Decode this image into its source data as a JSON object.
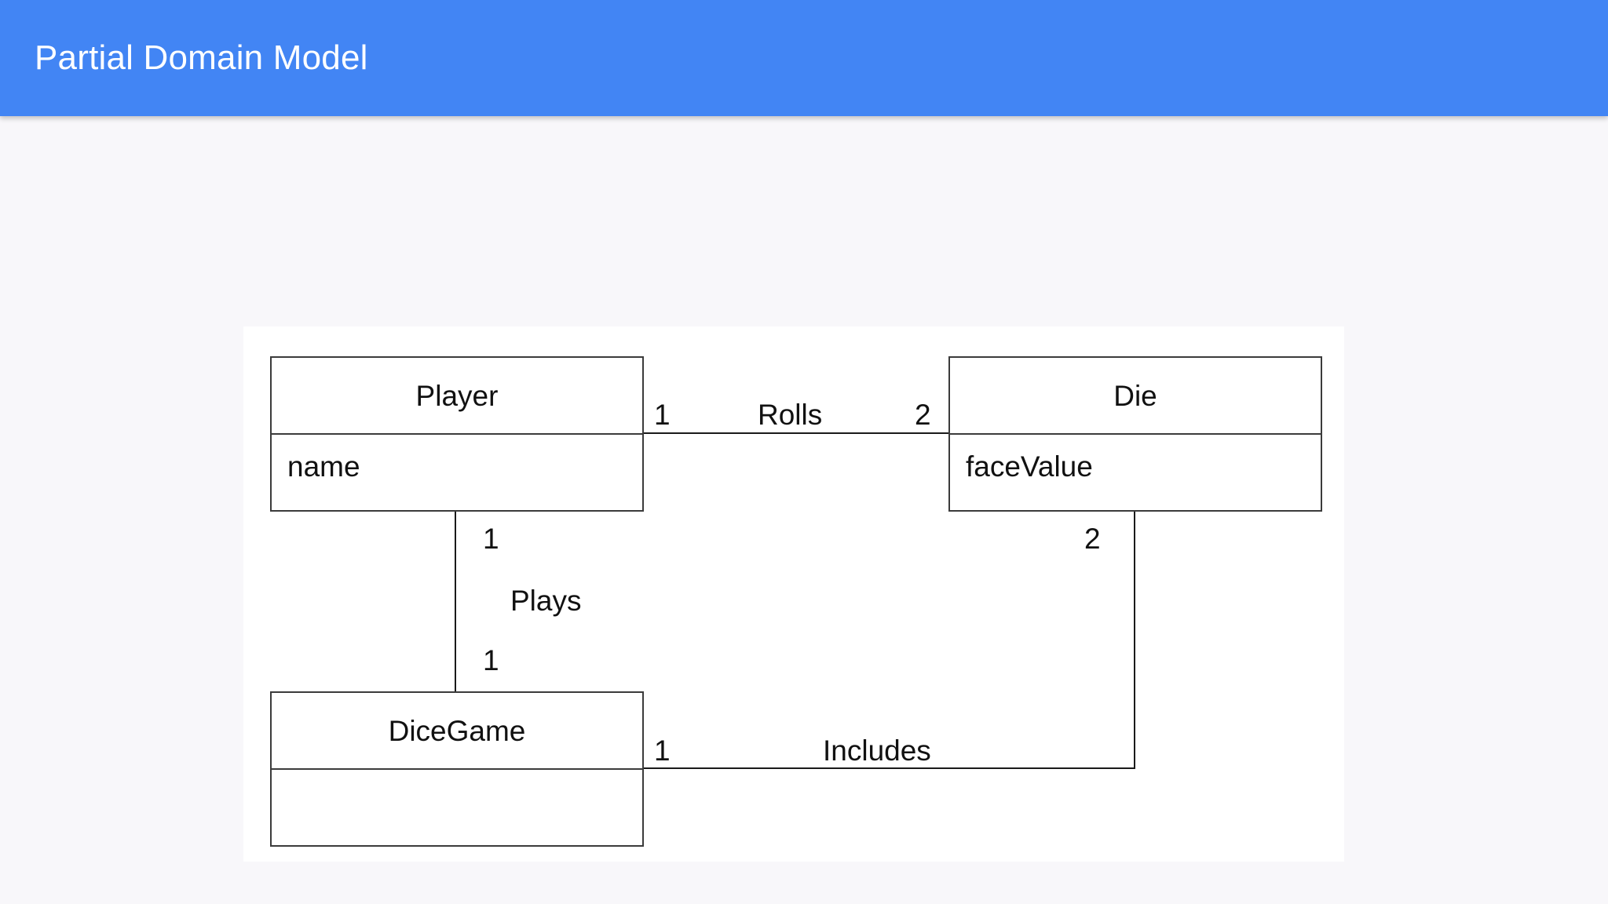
{
  "header": {
    "title": "Partial Domain Model",
    "background_color": "#4285f4",
    "text_color": "#ffffff"
  },
  "page": {
    "background_color": "#f8f7fa",
    "canvas_color": "#ffffff"
  },
  "diagram": {
    "kind": "uml-class-diagram",
    "line_color": "#1a1a1a",
    "classes": [
      {
        "id": "player",
        "name": "Player",
        "attributes": [
          "name"
        ]
      },
      {
        "id": "die",
        "name": "Die",
        "attributes": [
          "faceValue"
        ]
      },
      {
        "id": "dicegame",
        "name": "DiceGame",
        "attributes": []
      }
    ],
    "associations": [
      {
        "id": "rolls",
        "label": "Rolls",
        "from": "Player",
        "to": "Die",
        "from_multiplicity": "1",
        "to_multiplicity": "2"
      },
      {
        "id": "plays",
        "label": "Plays",
        "from": "Player",
        "to": "DiceGame",
        "from_multiplicity": "1",
        "to_multiplicity": "1"
      },
      {
        "id": "includes",
        "label": "Includes",
        "from": "DiceGame",
        "to": "Die",
        "from_multiplicity": "1",
        "to_multiplicity": "2"
      }
    ]
  }
}
